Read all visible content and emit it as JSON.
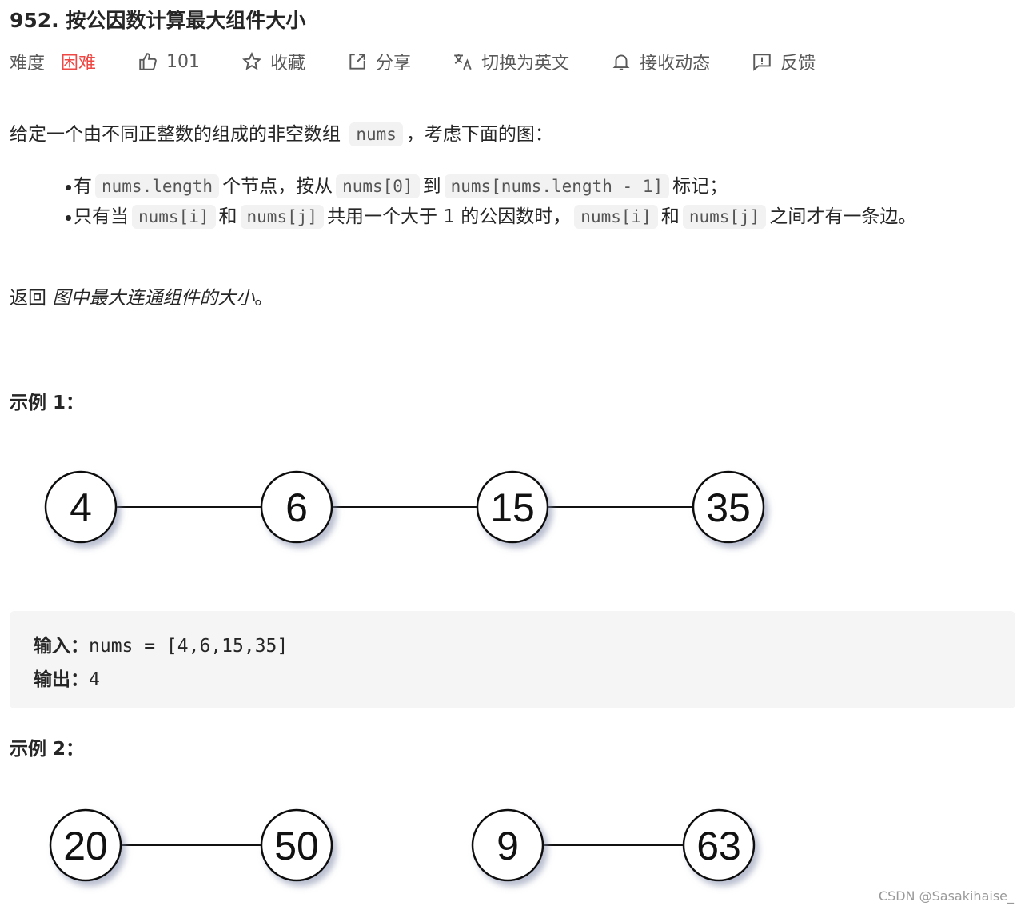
{
  "title": "952. 按公因数计算最大组件大小",
  "meta": {
    "difficulty_label": "难度",
    "difficulty": "困难",
    "likes": "101",
    "favorite": "收藏",
    "share": "分享",
    "switch_lang": "切换为英文",
    "subscribe": "接收动态",
    "feedback": "反馈"
  },
  "desc": {
    "p1a": "给定一个由不同正整数的组成的非空数组",
    "p1code": "nums",
    "p1b": "，考虑下面的图：",
    "b1": {
      "a": "有",
      "c1": "nums.length",
      "b": "个节点，按从",
      "c2": "nums[0]",
      "c": "到",
      "c3": "nums[nums.length - 1]",
      "d": "标记；"
    },
    "b2": {
      "a": "只有当",
      "c1": "nums[i]",
      "b": "和",
      "c2": "nums[j]",
      "c": "共用一个大于 1 的公因数时，",
      "c3": "nums[i]",
      "d": "和",
      "c4": "nums[j]",
      "e": "之间才有一条边。"
    },
    "ret_a": "返回",
    "ret_em": "图中最大连通组件的大小",
    "ret_b": "。"
  },
  "example1": {
    "heading": "示例 1：",
    "nodes": [
      "4",
      "6",
      "15",
      "35"
    ],
    "input_label": "输入：",
    "input": "nums = [4,6,15,35]",
    "output_label": "输出：",
    "output": "4"
  },
  "example2": {
    "heading": "示例 2：",
    "nodes": [
      "20",
      "50",
      "9",
      "63"
    ]
  },
  "watermark": "CSDN @Sasakihaise_"
}
